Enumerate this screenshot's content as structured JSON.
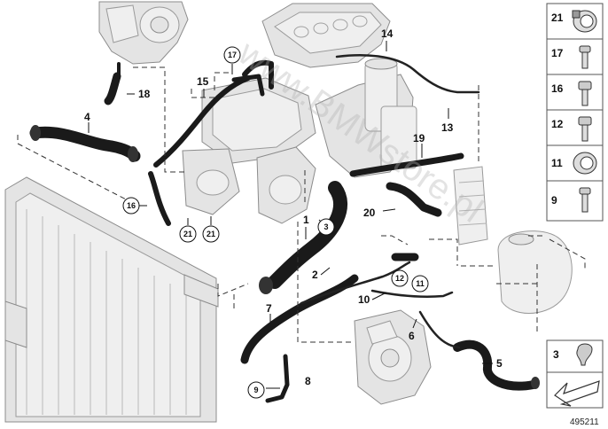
{
  "diagram": {
    "callouts": [
      "1",
      "2",
      "4",
      "5",
      "6",
      "7",
      "8",
      "10",
      "13",
      "14",
      "15",
      "18",
      "19",
      "20"
    ],
    "circled": [
      "17",
      "16",
      "21",
      "21",
      "3",
      "12",
      "11",
      "9"
    ],
    "legend": [
      "21",
      "17",
      "16",
      "12",
      "11",
      "9",
      "3"
    ],
    "reference_id": "495211",
    "watermark": "www.BMWstore.pl"
  }
}
